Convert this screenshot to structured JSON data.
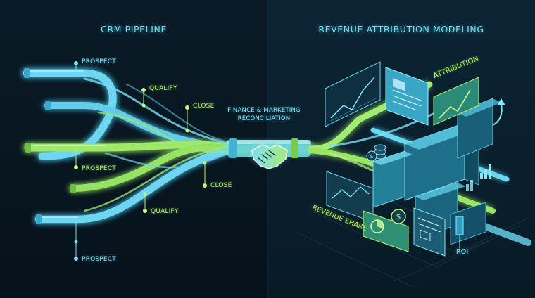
{
  "crm_pipeline": {
    "title": "CRM PIPELINE",
    "stages": {
      "prospect_top": "PROSPECT",
      "qualify_top": "QUALIFY",
      "close_top": "CLOSE",
      "prospect_mid": "PROSPECT",
      "close_bottom": "CLOSE",
      "qualify_bottom": "QUALIFY",
      "prospect_bottom": "PROSPECT"
    }
  },
  "center": {
    "line1": "FINANCE & MARKETING",
    "line2": "RECONCILIATION",
    "icon": "handshake-icon"
  },
  "revenue_attribution": {
    "title": "REVENUE ATTRIBUTION MODELING",
    "labels": {
      "attribution": "ATTRIBUTION",
      "revenue_share": "REVENUE SHARE",
      "roi": "ROI"
    },
    "icons": [
      "line-chart-icon",
      "document-icon",
      "coin-stack-icon",
      "bar-chart-icon",
      "pie-chart-icon",
      "dollar-icon",
      "trend-arrow-icon"
    ]
  },
  "colors": {
    "background_left": "#0a1a26",
    "background_right": "#0b2233",
    "pipe_blue": "#6fd8f0",
    "pipe_green": "#9fe870",
    "accent_cyan": "#6fe3f5",
    "accent_green": "#b8f26a"
  }
}
